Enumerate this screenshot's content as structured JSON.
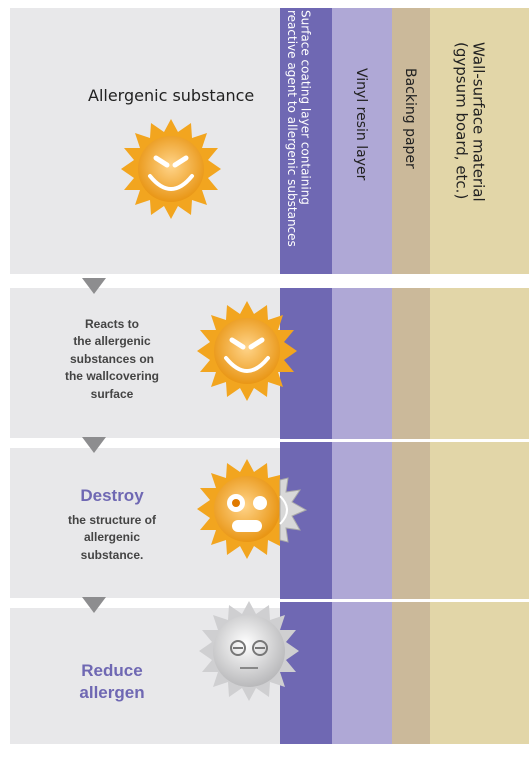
{
  "layers": {
    "surface_coating": "Surface coating layer containing\nreactive agent to allergenic substances",
    "vinyl": "Vinyl resin layer",
    "backing": "Backing paper",
    "wall": "Wall-surface material\n(gypsum board, etc.)"
  },
  "steps": {
    "step1": {
      "label": "Allergenic substance"
    },
    "step2": {
      "text": "Reacts to\nthe allergenic\nsubstances on\nthe wallcovering\nsurface"
    },
    "step3": {
      "title": "Destroy",
      "text": "the structure of\nallergenic\nsubstance."
    },
    "step4": {
      "title": "Reduce\nallergen"
    }
  },
  "colors": {
    "panel": "#e8e8ea",
    "surface_coating": "#6f68b3",
    "vinyl": "#afa8d6",
    "backing": "#cbb99a",
    "wall": "#e2d6a8",
    "accent_text": "#6f68b3",
    "arrow": "#8d8d8f",
    "pointer": "#c8bb90"
  },
  "icons": {
    "angry_allergen": "angry-sun-allergen-icon",
    "broken_allergen": "broken-allergen-icon",
    "neutralized_allergen": "neutralized-gray-allergen-icon"
  }
}
